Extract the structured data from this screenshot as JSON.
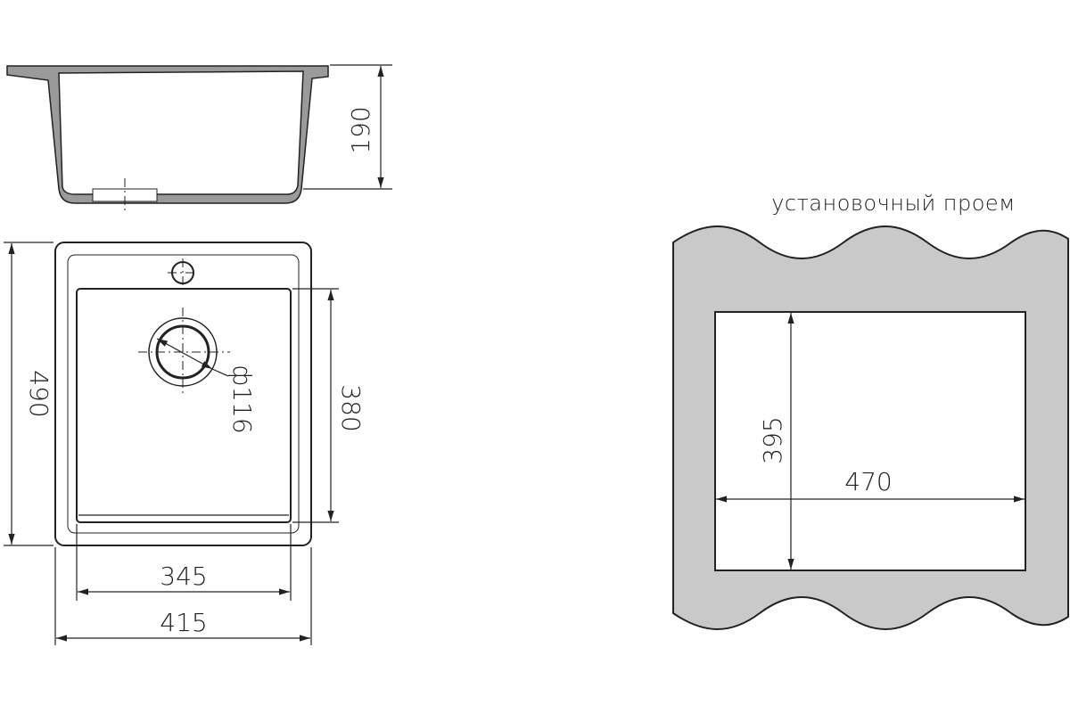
{
  "side_view": {
    "depth": "190"
  },
  "top_view": {
    "outer_length": "490",
    "bowl_length": "380",
    "outer_width": "415",
    "bowl_width": "345",
    "drain_diameter": "ф116"
  },
  "cutout": {
    "caption": "установочный проем",
    "height": "395",
    "width": "470"
  }
}
